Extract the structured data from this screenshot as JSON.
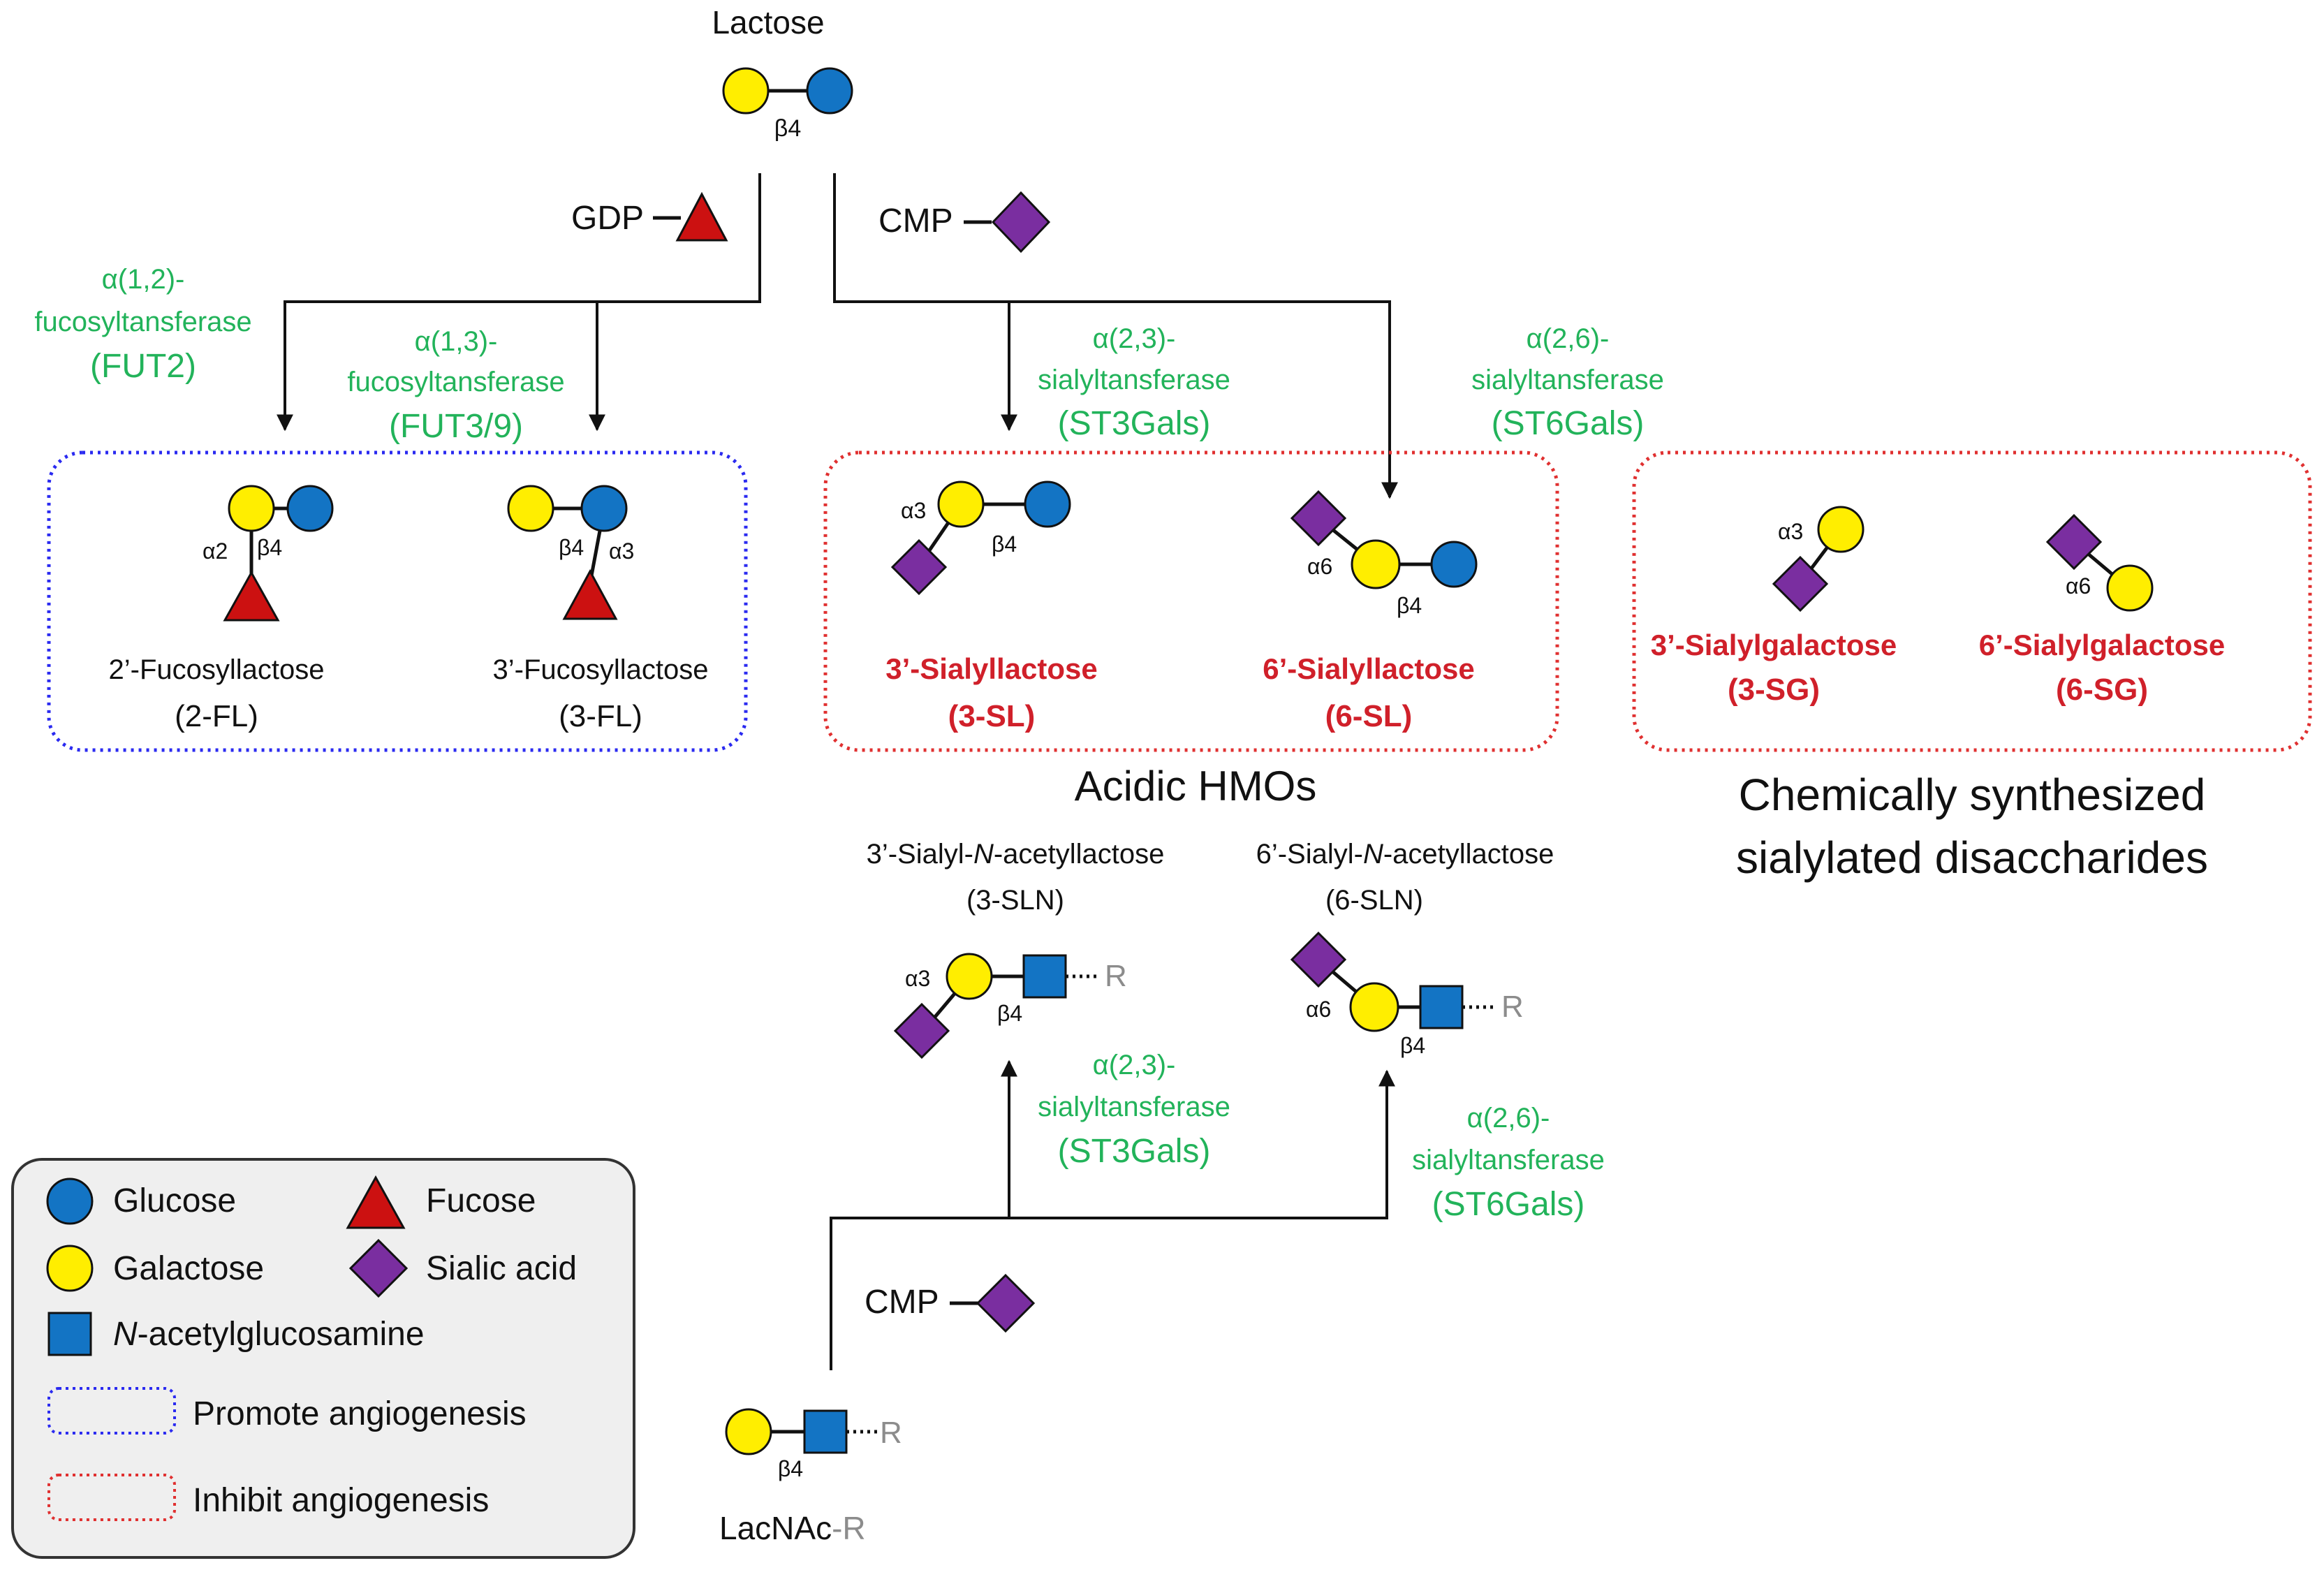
{
  "lactose": {
    "title": "Lactose",
    "bond": "β4"
  },
  "donors": {
    "gdp_label": "GDP",
    "cmp_top_label": "CMP",
    "cmp_bottom_label": "CMP"
  },
  "enzymes": {
    "fut2": {
      "line1": "α(1,2)-",
      "line2": "fucosyltansferase",
      "line3": "(FUT2)"
    },
    "fut39": {
      "line1": "α(1,3)-",
      "line2": "fucosyltansferase",
      "line3": "(FUT3/9)"
    },
    "st3_top": {
      "line1": "α(2,3)-",
      "line2": "sialyltansferase",
      "line3": "(ST3Gals)"
    },
    "st6_top": {
      "line1": "α(2,6)-",
      "line2": "sialyltansferase",
      "line3": "(ST6Gals)"
    },
    "st3_bottom": {
      "line1": "α(2,3)-",
      "line2": "sialyltansferase",
      "line3": "(ST3Gals)"
    },
    "st6_bottom": {
      "line1": "α(2,6)-",
      "line2": "sialyltansferase",
      "line3": "(ST6Gals)"
    }
  },
  "products": {
    "fl2": {
      "name": "2’-Fucosyllactose",
      "abbr": "(2-FL)",
      "bond_a": "α2",
      "bond_b": "β4"
    },
    "fl3": {
      "name": "3’-Fucosyllactose",
      "abbr": "(3-FL)",
      "bond_a": "β4",
      "bond_b": "α3"
    },
    "sl3": {
      "name": "3’-Sialyllactose",
      "abbr": "(3-SL)",
      "bond_a": "α3",
      "bond_b": "β4"
    },
    "sl6": {
      "name": "6’-Sialyllactose",
      "abbr": "(6-SL)",
      "bond_a": "α6",
      "bond_b": "β4"
    },
    "sg3": {
      "name": "3’-Sialylgalactose",
      "abbr": "(3-SG)",
      "bond_a": "α3"
    },
    "sg6": {
      "name": "6’-Sialylgalactose",
      "abbr": "(6-SG)",
      "bond_a": "α6"
    },
    "sln3": {
      "name_pre": "3’-Sialyl-",
      "name_ital": "N",
      "name_post": "-acetyllactose",
      "abbr": "(3-SLN)",
      "bond_a": "α3",
      "bond_b": "β4",
      "r": "R"
    },
    "sln6": {
      "name_pre": "6’-Sialyl-",
      "name_ital": "N",
      "name_post": "-acetyllactose",
      "abbr": "(6-SLN)",
      "bond_a": "α6",
      "bond_b": "β4",
      "r": "R"
    }
  },
  "section_titles": {
    "acidic": "Acidic HMOs",
    "chem_line1": "Chemically synthesized",
    "chem_line2": "sialylated disaccharides"
  },
  "lacnac": {
    "label": "LacNAc",
    "suffix": "-R",
    "bond": "β4",
    "r": "R"
  },
  "legend": {
    "glucose": "Glucose",
    "fucose": "Fucose",
    "galactose": "Galactose",
    "sialic": "Sialic acid",
    "glcnac_ital": "N",
    "glcnac_rest": "-acetylglucosamine",
    "promote": "Promote angiogenesis",
    "inhibit": "Inhibit angiogenesis"
  },
  "colors": {
    "glucose": "#1374c4",
    "galactose": "#ffee00",
    "fucose": "#cc1111",
    "sialic_acid": "#7a2ea0",
    "glcnac": "#1374c4",
    "enzyme_text": "#22b35a",
    "inhibit_text": "#d0202a",
    "promote_box": "#2a2af0",
    "inhibit_box": "#e03030",
    "legend_bg": "#efefef"
  },
  "icons": [
    "glucose-circle-icon",
    "galactose-circle-icon",
    "fucose-triangle-icon",
    "sialic-acid-diamond-icon",
    "glcnac-square-icon"
  ]
}
